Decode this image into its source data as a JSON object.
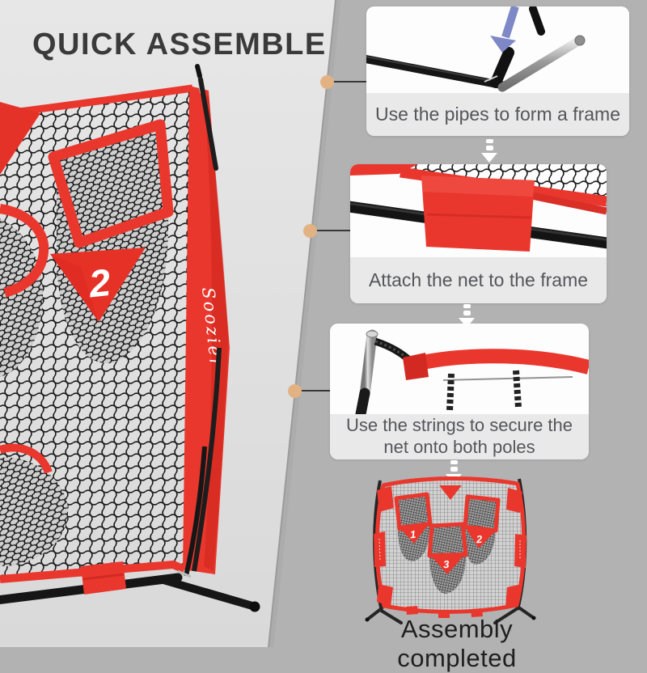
{
  "title": "QUICK ASSEMBLE",
  "brand": {
    "logo_text": "Soozier"
  },
  "main_photo": {
    "target_number": "2"
  },
  "steps": [
    {
      "caption": "Use the pipes to form a frame"
    },
    {
      "caption": "Attach the net to the frame"
    },
    {
      "caption": "Use the strings to secure the net onto both poles"
    }
  ],
  "result": {
    "caption": "Assembly completed",
    "target_numbers": [
      "1",
      "2",
      "3"
    ]
  },
  "colors": {
    "background": "#b2b2b2",
    "photo_panel": "#e2e2e2",
    "accent_red": "#ea372d",
    "arrow_blue": "#7f88c6",
    "connector_dot": "#e2b283",
    "caption_bar": "#e9e9e9",
    "caption_text": "#55565a",
    "title_text": "#3a3a3a"
  }
}
